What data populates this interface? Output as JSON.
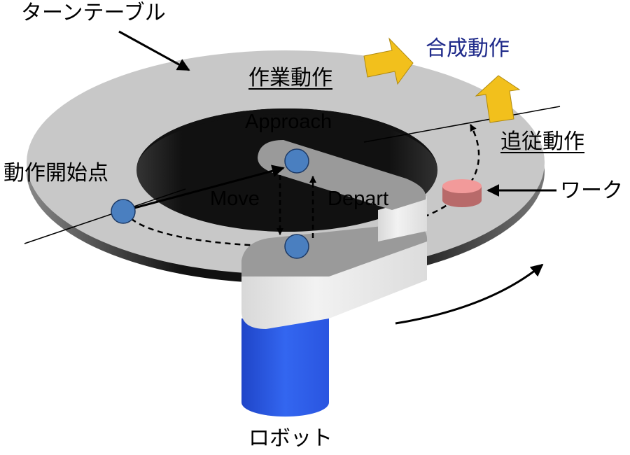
{
  "labels": {
    "turntable": "ターンテーブル",
    "combined_motion": "合成動作",
    "work_motion": "作業動作",
    "approach": "Approach",
    "tracking_motion": "追従動作",
    "start_point": "動作開始点",
    "move": "Move",
    "depart": "Depart",
    "workpiece": "ワーク",
    "robot": "ロボット"
  },
  "colors": {
    "table": "#c8c8c8",
    "rim": "#1a1a1a",
    "robot_body": "#2f5ae6",
    "arm": "#e6e6e6",
    "point": "#4a7fc0",
    "workpiece": "#f29a9a",
    "arrow_yellow": "#f2c01c",
    "accent_text": "#1f2a8a"
  }
}
